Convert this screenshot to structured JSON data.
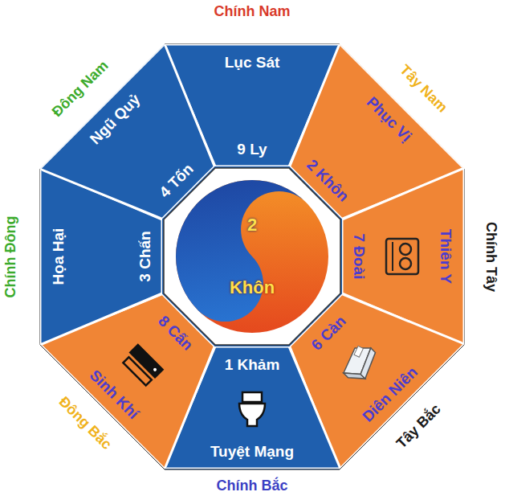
{
  "diagram": {
    "nodes": [
      {
        "text": [
          "Lục Sát",
          "9 Ly"
        ]
      },
      {
        "text": [
          "Phục Vị",
          "2 Khôn"
        ]
      },
      {
        "text": [
          "Thiên Y",
          "7 Đoài"
        ]
      },
      {
        "text": [
          "Diên Niên",
          "6 Càn"
        ]
      },
      {
        "text": [
          "Tuyệt Mạng",
          "1 Khảm"
        ]
      },
      {
        "text": [
          "Sinh Khí",
          "8 Cấn"
        ]
      },
      {
        "text": [
          "Họa Hại",
          "3 Chấn"
        ]
      },
      {
        "text": [
          "Ngũ Quỷ",
          "4 Tốn"
        ]
      },
      {
        "text": [
          "2",
          "Khôn"
        ]
      }
    ],
    "labels": [
      "Chính Nam",
      "Tây Nam",
      "Chính Tây",
      "Tây Bắc",
      "Chính Bắc",
      "Đông Bắc",
      "Chính Đông",
      "Đông Nam"
    ]
  }
}
